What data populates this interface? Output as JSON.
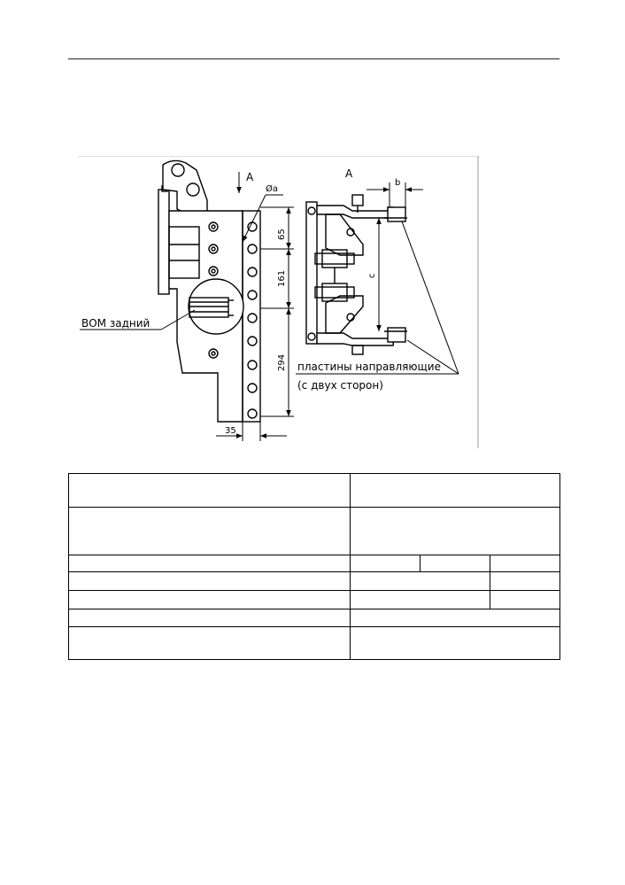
{
  "drawing": {
    "section_mark": "A",
    "view_title": "A",
    "dimensions": {
      "dia": "Øa",
      "d65": "65",
      "d161": "161",
      "d294": "294",
      "d35": "35",
      "b": "b",
      "c": "c"
    },
    "labels": {
      "pto": "ВОМ задний",
      "plates_line1": "пластины направляющие",
      "plates_line2": "(с двух сторон)"
    }
  },
  "table": {
    "rows": [
      [
        "",
        ""
      ],
      [
        "",
        ""
      ],
      [
        "",
        "",
        "",
        ""
      ],
      [
        "",
        "",
        ""
      ],
      [
        "",
        "",
        ""
      ],
      [
        "",
        ""
      ],
      [
        "",
        ""
      ]
    ]
  }
}
